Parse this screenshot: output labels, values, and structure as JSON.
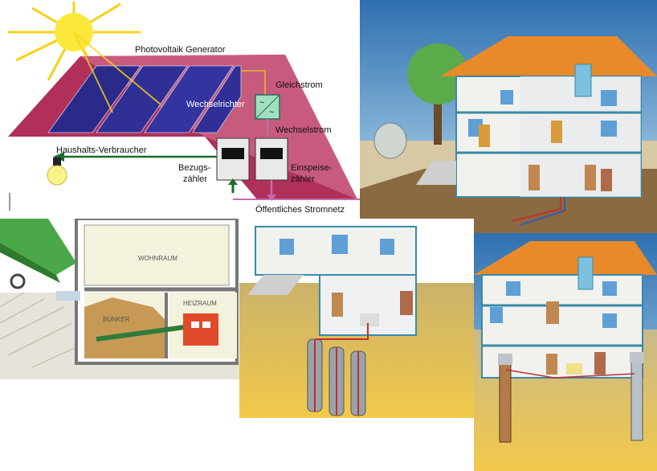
{
  "pv": {
    "generator": "Photovoltaik Generator",
    "gleichstrom": "Gleichstrom",
    "wechselrichter": "Wechselrichter",
    "wechselstrom": "Wechselstrom",
    "haushalt": "Haushalts-Verbraucher",
    "bezug_1": "Bezugs-",
    "bezug_2": "zähler",
    "einspeise_1": "Einspeise-",
    "einspeise_2": "zähler",
    "netz": "Öffentliches Stromnetz"
  },
  "pellet": {
    "wohnraum": "WOHNRAUM",
    "bunker": "BUNKER",
    "heizraum": "HEIZRAUM"
  },
  "colors": {
    "sky_top": "#2f6fb0",
    "sky_bottom": "#bfe3f2",
    "roof": "#e88a2a",
    "ground": "#d9a85a",
    "pv_roof": "#b0305a",
    "arrow_green": "#1f6b2a",
    "arrow_pink": "#c36bb0"
  }
}
